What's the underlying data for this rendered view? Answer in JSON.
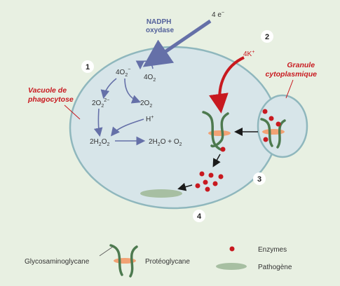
{
  "title_enzyme": [
    "NADPH",
    "oxydase"
  ],
  "electrons": [
    "4 e",
    "−"
  ],
  "potassium": [
    "4K",
    "+"
  ],
  "labels": {
    "vacuole": [
      "Vacuole de",
      "phagocytose"
    ],
    "granule": [
      "Granule",
      "cytoplasmique"
    ]
  },
  "numbers": [
    "1",
    "2",
    "3",
    "4"
  ],
  "reactions": {
    "o2_4": [
      "4O",
      "2"
    ],
    "o2_minus": [
      "4O",
      "2",
      "−"
    ],
    "o2_2": [
      "2O",
      "2"
    ],
    "o2_2minus": [
      "2O",
      "2",
      "2−"
    ],
    "proton": [
      "H",
      "+"
    ],
    "h2o2": [
      "2H",
      "2",
      "O",
      "2"
    ],
    "products": [
      "2H",
      "2",
      "O + O",
      "2"
    ]
  },
  "legend": {
    "gag": "Glycosaminoglycane",
    "pg": "Protéoglycane",
    "enzymes": "Enzymes",
    "pathogen": "Pathogène"
  },
  "colors": {
    "background": "#e8f0e2",
    "vacuole_fill": "#d7e5e9",
    "vacuole_stroke": "#8fb7bd",
    "arrow_blue": "#6570a8",
    "red": "#c8191f",
    "green": "#4d7a4f",
    "orange": "#f2a274",
    "pathogen": "#a7bfa2"
  }
}
